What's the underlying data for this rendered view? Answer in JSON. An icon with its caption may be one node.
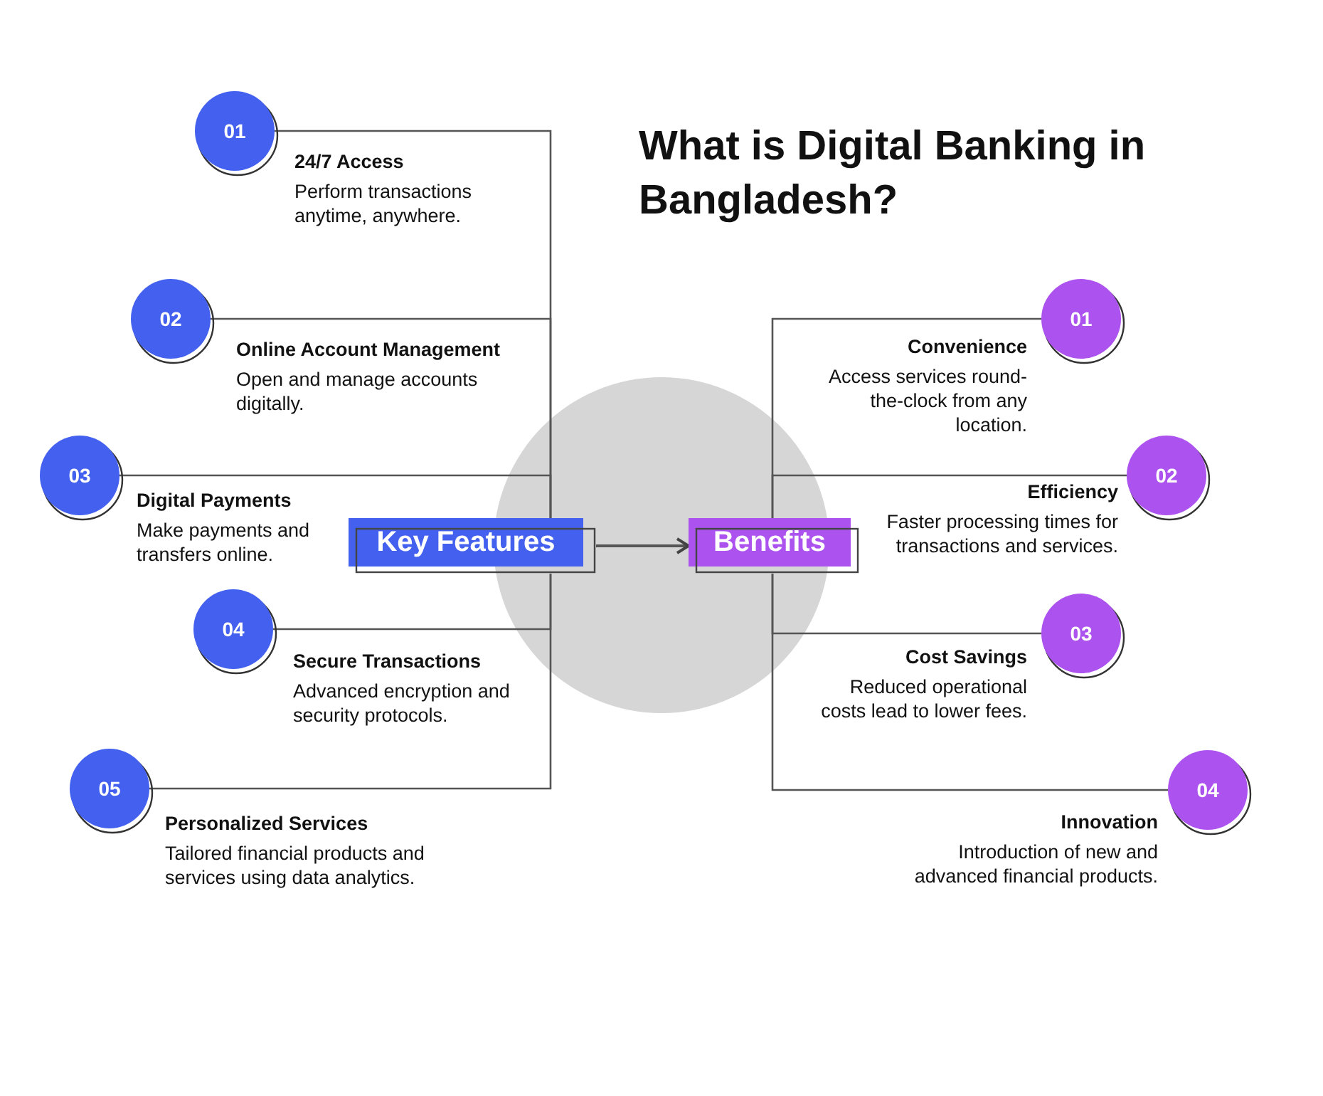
{
  "diagram": {
    "title": "What is Digital Banking in Bangladesh?",
    "nodes": [
      {
        "text": [
          "Key Features"
        ]
      },
      {
        "text": [
          "Benefits"
        ]
      },
      {
        "text": [
          "01"
        ],
        "beside": [
          "24/7 Access",
          "Perform transactions anytime, anywhere."
        ]
      },
      {
        "text": [
          "02"
        ],
        "beside": [
          "Online Account Management",
          "Open and manage accounts digitally."
        ]
      },
      {
        "text": [
          "03"
        ],
        "beside": [
          "Digital Payments"
        ]
      },
      {
        "text": [
          "04"
        ],
        "beside": [
          "Secure Transactions",
          "Advanced encryption and security protocols."
        ]
      },
      {
        "text": [
          "05"
        ],
        "beside": [
          "Personalized Services",
          "Tailored financial products and services using data analytics."
        ]
      },
      {
        "text": [
          "01"
        ],
        "beside": [
          "Convenience",
          "Access services round-the-clock from any location."
        ]
      },
      {
        "text": [
          "02"
        ],
        "beside": [
          "Efficiency",
          "Faster processing times for transactions and services."
        ]
      },
      {
        "text": [
          "03"
        ],
        "beside": [
          "Cost Savings",
          "Reduced operational costs lead to lower fees."
        ]
      },
      {
        "text": [
          "04"
        ],
        "beside": [
          "Innovation",
          "Introduction of new and advanced financial products."
        ]
      }
    ],
    "edges": [
      {
        "from": 0,
        "to": 1,
        "arrow": "to"
      },
      {
        "from": 0,
        "to": 2,
        "arrow": "none"
      },
      {
        "from": 0,
        "to": 3,
        "arrow": "none"
      },
      {
        "from": 0,
        "to": 4,
        "arrow": "none"
      },
      {
        "from": 0,
        "to": 5,
        "arrow": "none"
      },
      {
        "from": 0,
        "to": 6,
        "arrow": "none"
      },
      {
        "from": 1,
        "to": 7,
        "arrow": "none"
      },
      {
        "from": 1,
        "to": 8,
        "arrow": "none"
      },
      {
        "from": 1,
        "to": 9,
        "arrow": "none"
      },
      {
        "from": 1,
        "to": 10,
        "arrow": "none"
      }
    ],
    "labels": [
      "Make payments and transfers online."
    ]
  }
}
